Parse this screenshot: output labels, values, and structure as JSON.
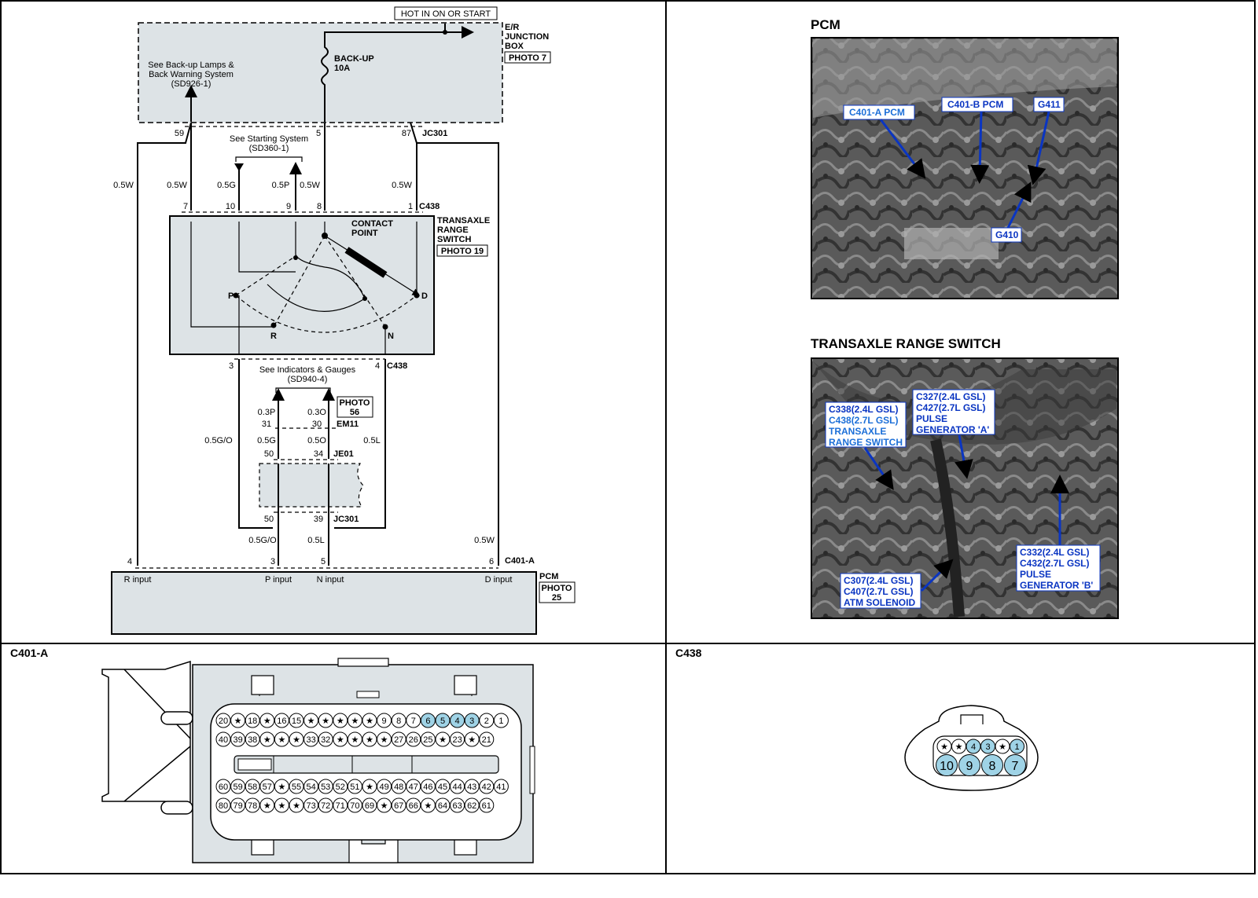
{
  "schematic": {
    "hot_label": "HOT IN ON OR START",
    "junction_box": {
      "title": [
        "E/R",
        "JUNCTION",
        "BOX"
      ],
      "photo": "PHOTO 7"
    },
    "backup_lamps_ref": [
      "See Back-up Lamps &",
      "Back Warning System",
      "(SD926-1)"
    ],
    "fuse": [
      "BACK-UP",
      "10A"
    ],
    "starting_ref": [
      "See Starting System",
      "(SD360-1)"
    ],
    "indicators_ref": [
      "See Indicators & Gauges",
      "(SD940-4)"
    ],
    "trs": {
      "title": [
        "TRANSAXLE",
        "RANGE",
        "SWITCH"
      ],
      "photo": "PHOTO 19",
      "contact": [
        "CONTACT",
        "POINT"
      ],
      "positions": [
        "P",
        "R",
        "N",
        "D"
      ]
    },
    "pcm": {
      "title": "PCM",
      "photo": [
        "PHOTO",
        "25"
      ],
      "inputs": [
        "R input",
        "P input",
        "N input",
        "D input"
      ]
    },
    "connectors": {
      "jc301_top": "JC301",
      "c438_top": "C438",
      "c438_bottom": "C438",
      "em11": "EM11",
      "je01": "JE01",
      "jc301_bottom": "JC301",
      "c401a": "C401-A",
      "photo56": [
        "PHOTO",
        "56"
      ]
    },
    "pins": {
      "p59": "59",
      "p5": "5",
      "p87": "87",
      "p7": "7",
      "p10": "10",
      "p9": "9",
      "p8": "8",
      "p1": "1",
      "p3": "3",
      "p4": "4",
      "p31": "31",
      "p30": "30",
      "p50a": "50",
      "p34": "34",
      "p50b": "50",
      "p39": "39",
      "pcm4": "4",
      "pcm3": "3",
      "pcm5": "5",
      "pcm6": "6"
    },
    "wires": {
      "w_left": "0.5W",
      "w_59": "0.5W",
      "w_10": "0.5G",
      "w_9": "0.5P",
      "w_8": "0.5W",
      "w_1": "0.5W",
      "w_31": "0.3P",
      "w_30": "0.3O",
      "w_go": "0.5G/O",
      "w_50": "0.5G",
      "w_34": "0.5O",
      "w_l": "0.5L",
      "w_go2": "0.5G/O",
      "w_l2": "0.5L",
      "w_right": "0.5W"
    }
  },
  "photos": {
    "pcm": {
      "title": "PCM",
      "callouts": [
        "C401-A PCM",
        "C401-B PCM",
        "G411",
        "G410"
      ]
    },
    "trs": {
      "title": "TRANSAXLE RANGE SWITCH",
      "callouts": {
        "c338": [
          "C338(2.4L GSL)",
          "C438(2.7L GSL)",
          "TRANSAXLE",
          "RANGE SWITCH"
        ],
        "c327": [
          "C327(2.4L GSL)",
          "C427(2.7L GSL)",
          "PULSE",
          "GENERATOR 'A'"
        ],
        "c307": [
          "C307(2.4L GSL)",
          "C407(2.7L GSL)",
          "ATM SOLENOID"
        ],
        "c332": [
          "C332(2.4L GSL)",
          "C432(2.7L GSL)",
          "PULSE",
          "GENERATOR 'B'"
        ]
      }
    }
  },
  "c401a": {
    "title": "C401-A",
    "rows": [
      [
        "20",
        "★",
        "18",
        "★",
        "16",
        "15",
        "★",
        "★",
        "★",
        "★",
        "★",
        "9",
        "8",
        "7",
        "6",
        "5",
        "4",
        "3",
        "2",
        "1"
      ],
      [
        "40",
        "39",
        "38",
        "★",
        "★",
        "★",
        "33",
        "32",
        "★",
        "★",
        "★",
        "★",
        "27",
        "26",
        "25",
        "★",
        "23",
        "★",
        "21"
      ],
      [
        "60",
        "59",
        "58",
        "57",
        "★",
        "55",
        "54",
        "53",
        "52",
        "51",
        "★",
        "49",
        "48",
        "47",
        "46",
        "45",
        "44",
        "43",
        "42",
        "41"
      ],
      [
        "80",
        "79",
        "78",
        "★",
        "★",
        "★",
        "73",
        "72",
        "71",
        "70",
        "69",
        "★",
        "67",
        "66",
        "★",
        "64",
        "63",
        "62",
        "61"
      ]
    ],
    "highlighted": [
      "6",
      "5",
      "4",
      "3"
    ]
  },
  "c438": {
    "title": "C438",
    "top_row": [
      "★",
      "★",
      "4",
      "3",
      "★",
      "1"
    ],
    "bottom_row": [
      "10",
      "9",
      "8",
      "7"
    ],
    "highlighted": [
      "4",
      "3",
      "1",
      "10",
      "9",
      "8",
      "7"
    ]
  },
  "colors": {
    "box_fill": "#dde3e6",
    "pin_highlight": "#9fd3e6",
    "callout_blue": "#0a35c2"
  }
}
